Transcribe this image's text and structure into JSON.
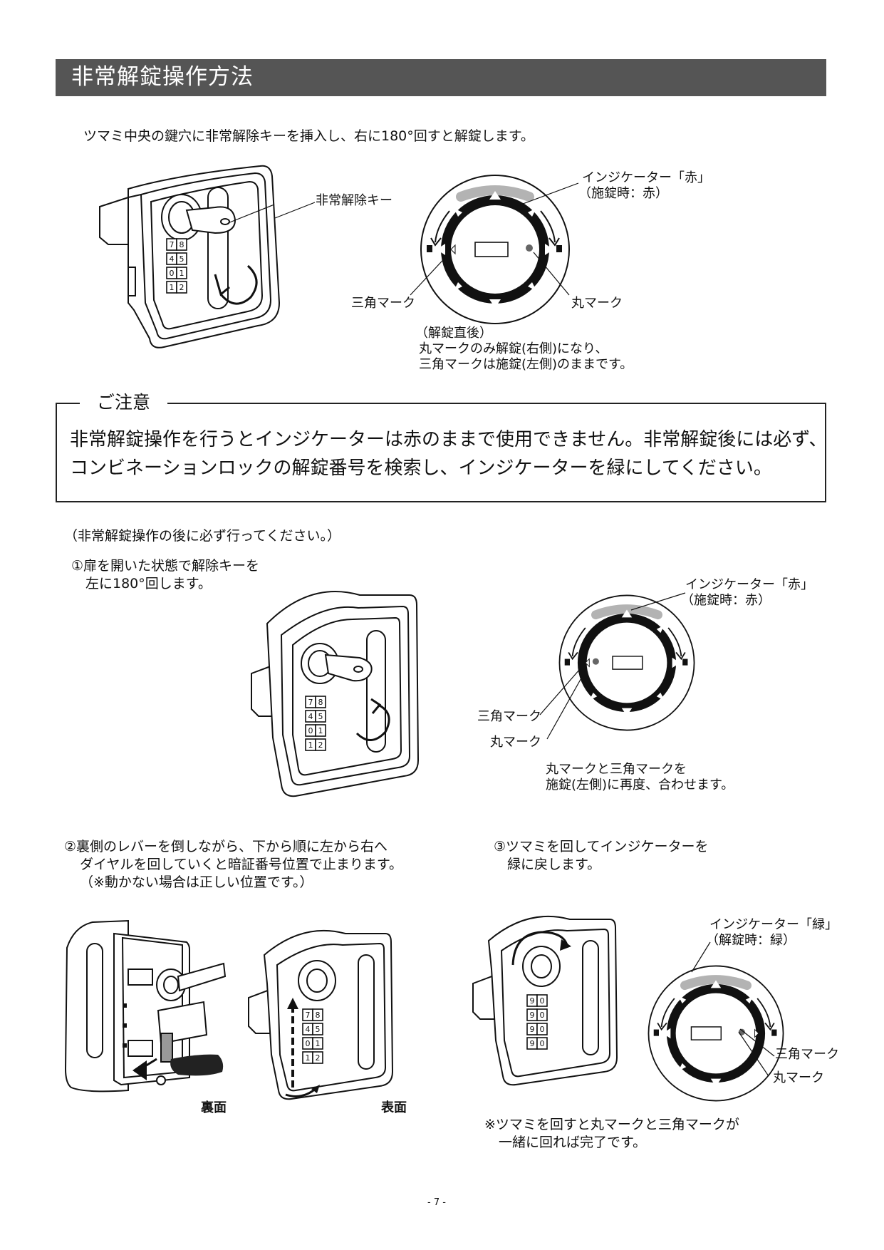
{
  "title": "非常解錠操作方法",
  "intro": "ツマミ中央の鍵穴に非常解除キーを挿入し、右に180°回すと解錠します。",
  "fig1": {
    "key_label": "非常解除キー",
    "indicator_label": "インジケーター「赤」",
    "indicator_sub": "（施錠時：赤）",
    "triangle_label": "三角マーク",
    "circle_label": "丸マーク",
    "note_line1": "（解錠直後）",
    "note_line2": "丸マークのみ解錠(右側)になり、",
    "note_line3": "三角マークは施錠(左側)のままです。",
    "dial_rows": [
      [
        "7",
        "8"
      ],
      [
        "4",
        "5"
      ],
      [
        "0",
        "1"
      ],
      [
        "1",
        "2"
      ]
    ]
  },
  "notice": {
    "title": "ご注意",
    "line1": "非常解錠操作を行うとインジケーターは赤のままで使用できません。非常解錠後には必ず、",
    "line2": "コンビネーションロックの解錠番号を検索し、インジケーターを緑にしてください。"
  },
  "after_note": "（非常解錠操作の後に必ず行ってください。）",
  "step1": {
    "text_line1": "①扉を開いた状態で解除キーを",
    "text_line2": "左に180°回します。",
    "indicator_label": "インジケーター「赤」",
    "indicator_sub": "（施錠時：赤）",
    "triangle_label": "三角マーク",
    "circle_label": "丸マーク",
    "note_line1": "丸マークと三角マークを",
    "note_line2": "施錠(左側)に再度、合わせます。",
    "dial_rows": [
      [
        "7",
        "8"
      ],
      [
        "4",
        "5"
      ],
      [
        "0",
        "1"
      ],
      [
        "1",
        "2"
      ]
    ]
  },
  "step2": {
    "text_line1": "②裏側のレバーを倒しながら、下から順に左から右へ",
    "text_line2": "ダイヤルを回していくと暗証番号位置で止まります。",
    "text_line3": "（※動かない場合は正しい位置です。）",
    "back_label": "裏面",
    "front_label": "表面",
    "dial_rows": [
      [
        "7",
        "8"
      ],
      [
        "4",
        "5"
      ],
      [
        "0",
        "1"
      ],
      [
        "1",
        "2"
      ]
    ]
  },
  "step3": {
    "text_line1": "③ツマミを回してインジケーターを",
    "text_line2": "緑に戻します。",
    "indicator_label": "インジケーター「緑」",
    "indicator_sub": "（解錠時：緑）",
    "triangle_label": "三角マーク",
    "circle_label": "丸マーク",
    "note_line1": "※ツマミを回すと丸マークと三角マークが",
    "note_line2": "一緒に回れば完了です。",
    "dial_rows": [
      [
        "9",
        "0"
      ],
      [
        "9",
        "0"
      ],
      [
        "9",
        "0"
      ],
      [
        "9",
        "0"
      ]
    ]
  },
  "page_number": "- 7 -"
}
